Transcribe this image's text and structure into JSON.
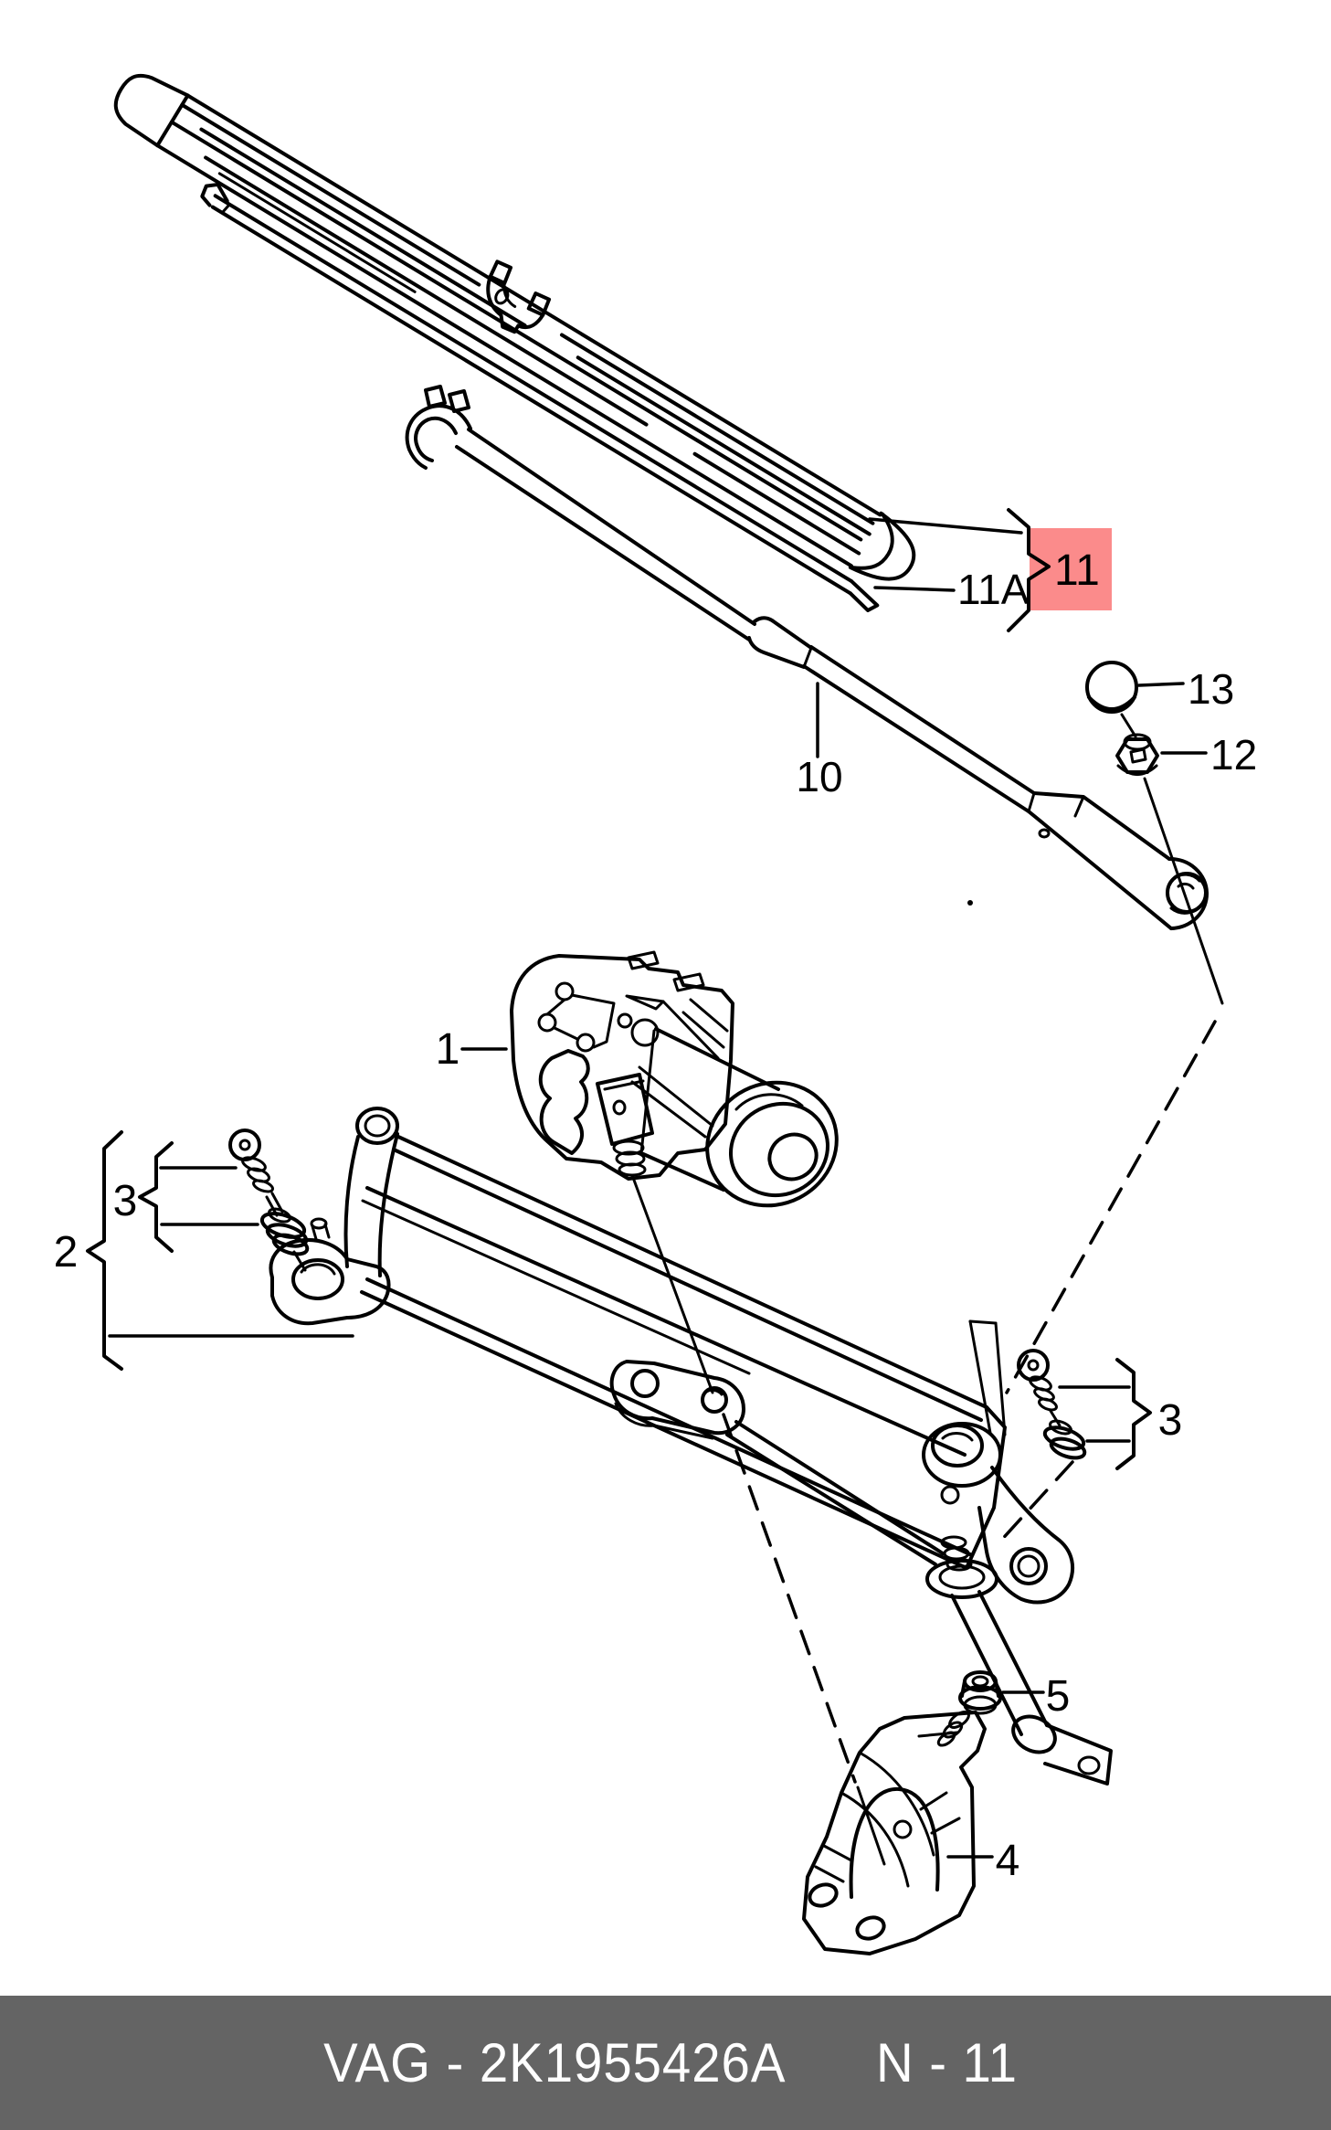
{
  "page": {
    "background": "#ffffff",
    "line_color": "#000000"
  },
  "footer": {
    "left": "VAG - 2K1955426A",
    "right": "N - 11",
    "bg": "#646464",
    "text_color": "#ffffff"
  },
  "highlight": {
    "bg": "#FB8B8B",
    "text_color": "#7A1111"
  },
  "callouts": {
    "motor": "1",
    "linkage_frame": "2",
    "fastener_left": "3",
    "fastener_right": "3",
    "bracket": "4",
    "bracket_nut": "5",
    "wiper_arm": "10",
    "blade_assembly": "11",
    "blade_refill": "11A",
    "arm_nut": "12",
    "arm_cap": "13"
  }
}
